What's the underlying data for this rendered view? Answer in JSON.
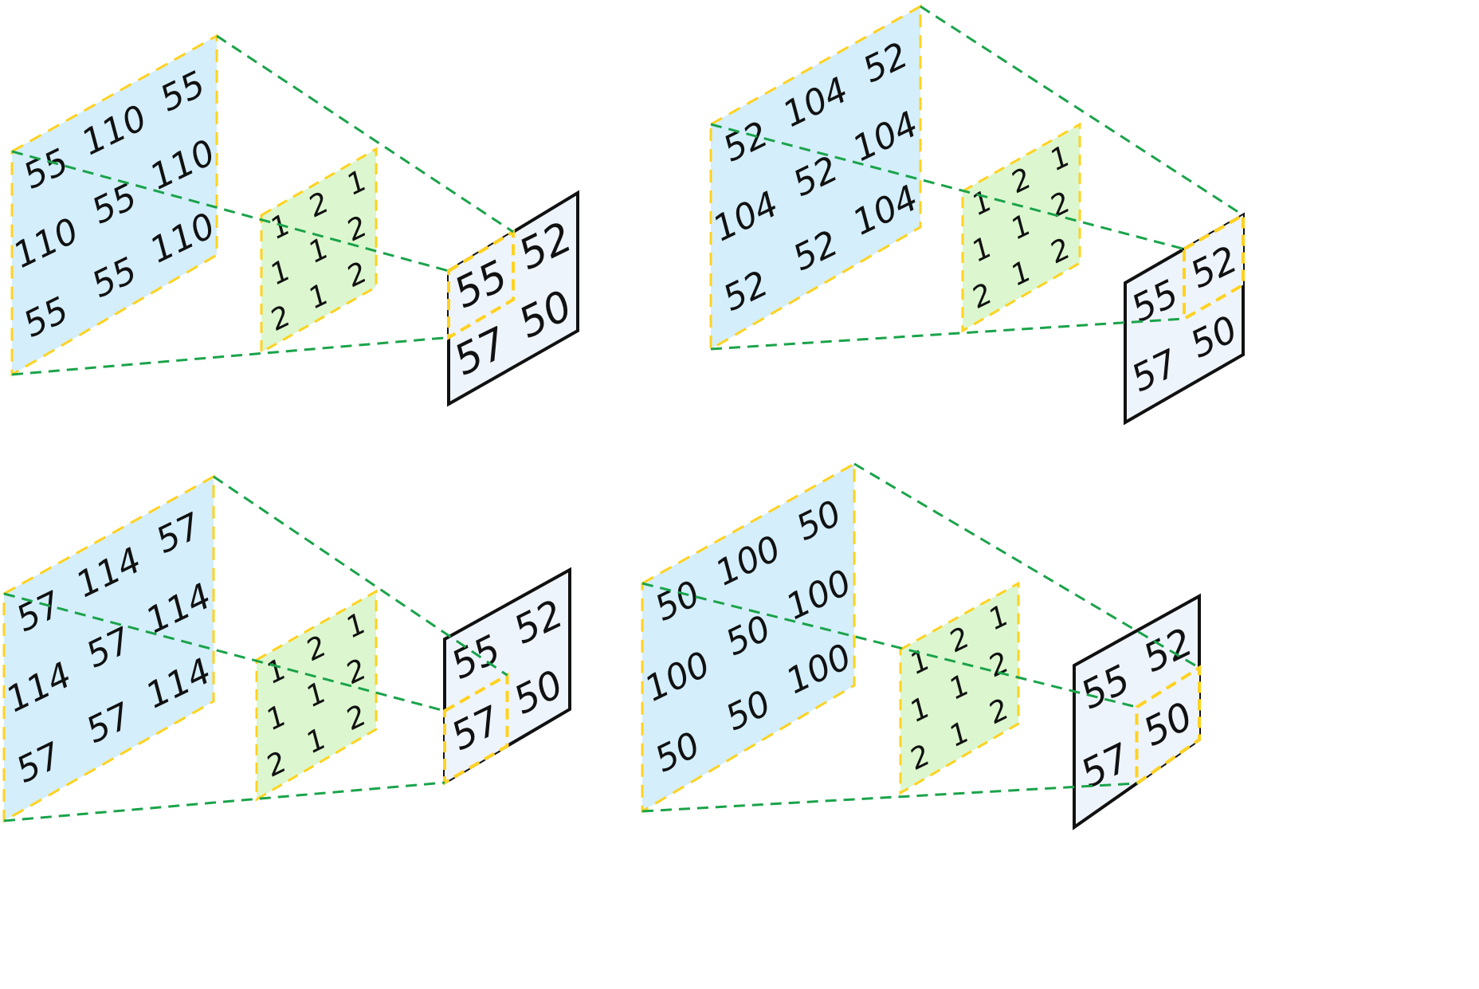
{
  "colors": {
    "input_fill": "#d4eefb",
    "kernel_fill": "#dcf7cf",
    "output_fill": "#eef4fc",
    "panel_edge": "#ffd21f",
    "connector": "#1aa34a",
    "output_border": "#111111"
  },
  "panels": [
    {
      "input": [
        "55",
        "110",
        "55",
        "110",
        "55",
        "110",
        "55",
        "55",
        "110"
      ],
      "kernel": [
        "1",
        "2",
        "1",
        "1",
        "1",
        "2",
        "2",
        "1",
        "2"
      ],
      "output": [
        "55",
        "52",
        "57",
        "50"
      ],
      "highlighted_output_cell": 0
    },
    {
      "input": [
        "52",
        "104",
        "52",
        "104",
        "52",
        "104",
        "52",
        "52",
        "104"
      ],
      "kernel": [
        "1",
        "2",
        "1",
        "1",
        "1",
        "2",
        "2",
        "1",
        "2"
      ],
      "output": [
        "55",
        "52",
        "57",
        "50"
      ],
      "highlighted_output_cell": 1
    },
    {
      "input": [
        "57",
        "114",
        "57",
        "114",
        "57",
        "114",
        "57",
        "57",
        "114"
      ],
      "kernel": [
        "1",
        "2",
        "1",
        "1",
        "1",
        "2",
        "2",
        "1",
        "2"
      ],
      "output": [
        "55",
        "52",
        "57",
        "50"
      ],
      "highlighted_output_cell": 2
    },
    {
      "input": [
        "50",
        "100",
        "50",
        "100",
        "50",
        "100",
        "50",
        "50",
        "100"
      ],
      "kernel": [
        "1",
        "2",
        "1",
        "1",
        "1",
        "2",
        "2",
        "1",
        "2"
      ],
      "output": [
        "55",
        "52",
        "57",
        "50"
      ],
      "highlighted_output_cell": 3
    }
  ]
}
